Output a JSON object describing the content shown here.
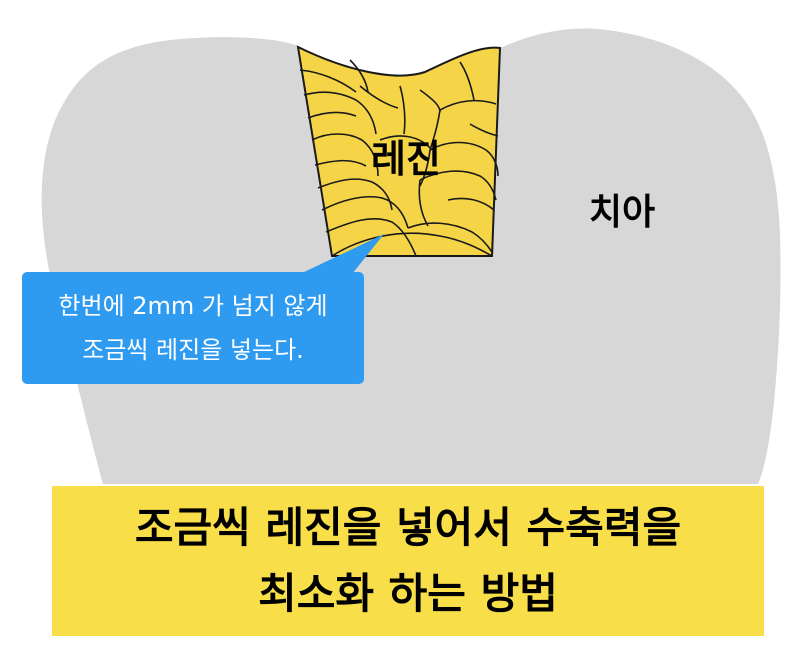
{
  "labels": {
    "tooth": "치아",
    "resin": "레진"
  },
  "callout": {
    "line1": "한번에 2mm 가 넘지 않게",
    "line2": "조금씩 레진을 넣는다."
  },
  "title": {
    "line1": "조금씩 레진을 넣어서 수축력을",
    "line2": "최소화 하는 방법"
  },
  "colors": {
    "tooth": "#d7d7d7",
    "resin": "#f5d547",
    "callout": "#2f9bf0",
    "title_background": "#f8de48"
  }
}
